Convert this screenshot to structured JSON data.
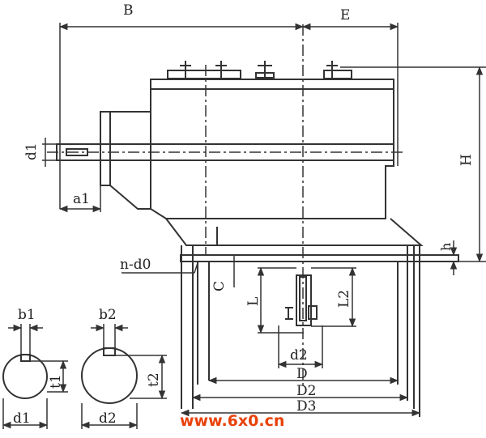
{
  "labels": {
    "B": "B",
    "E": "E",
    "H": "H",
    "d1_shaft": "d1",
    "a1": "a1",
    "h": "h",
    "n_d0": "n-d0",
    "C": "C",
    "L": "L",
    "L2": "L2",
    "d2_shaft": "d2",
    "D": "D",
    "D2": "D2",
    "D3": "D3",
    "b1": "b1",
    "t1": "t1",
    "d1_section": "d1",
    "b2": "b2",
    "t2": "t2",
    "d2_section": "d2"
  },
  "watermark": "www.6x0.cn",
  "colors": {
    "line": "#333333",
    "watermark": "#e8420a"
  }
}
